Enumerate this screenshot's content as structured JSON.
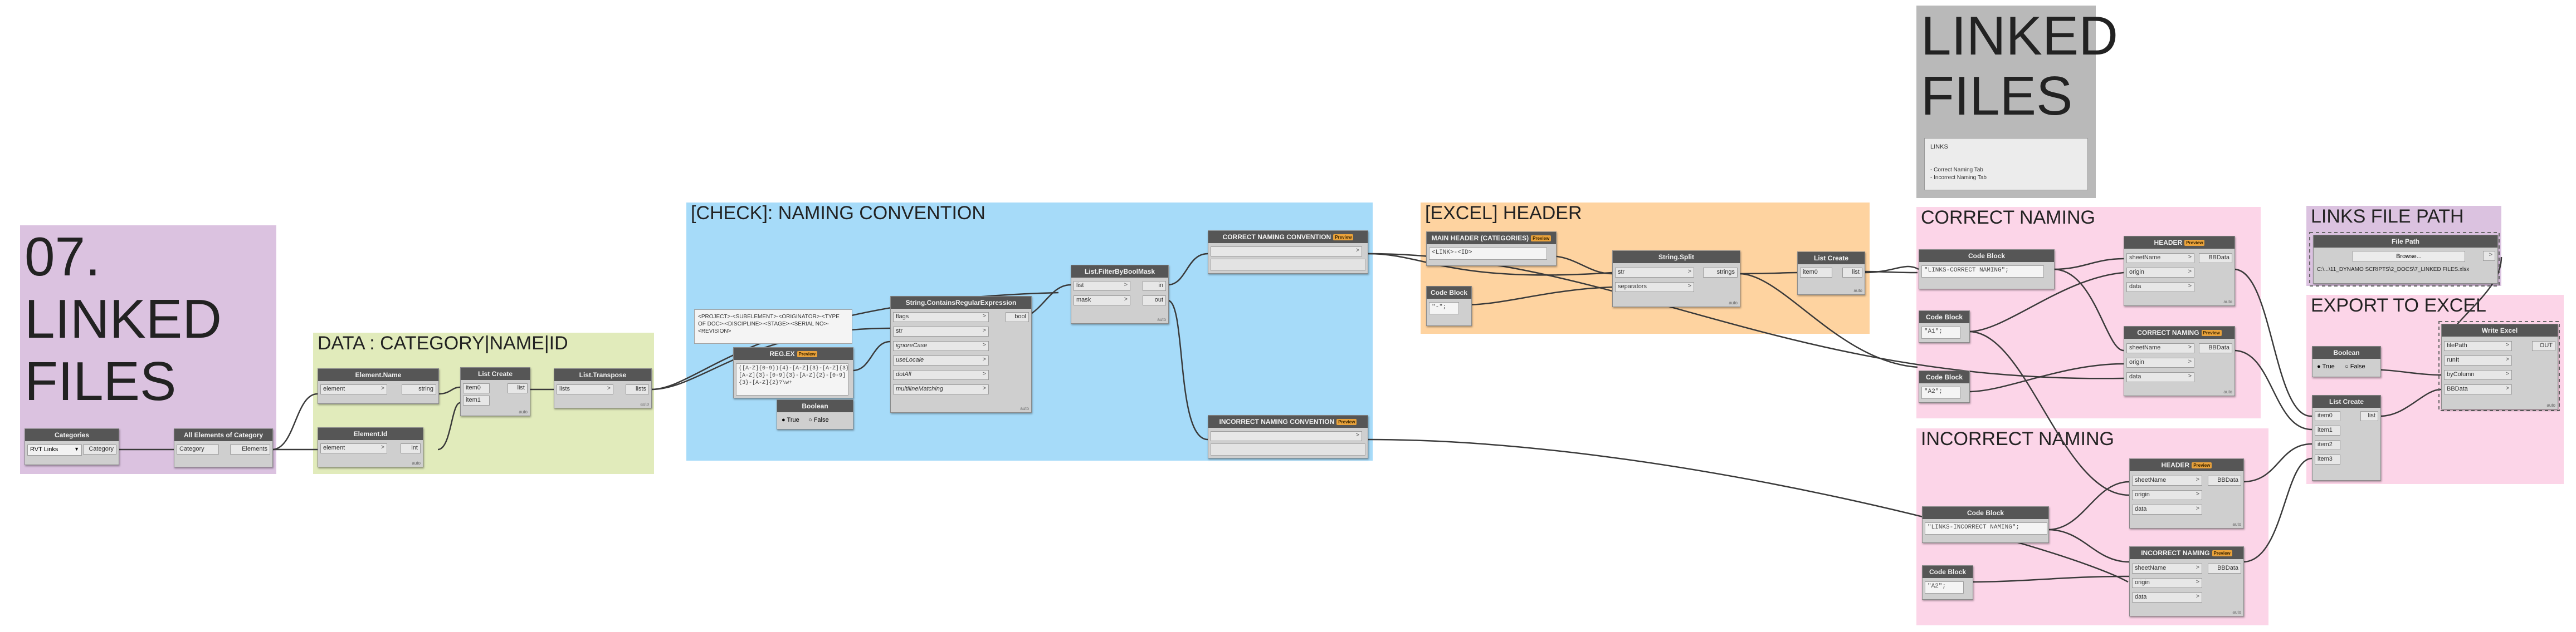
{
  "groups": {
    "linked_files": {
      "title": "07.\nLINKED\nFILES"
    },
    "data_category": {
      "title": "DATA : CATEGORY|NAME|ID"
    },
    "check_naming": {
      "title": "[CHECK]: NAMING CONVENTION"
    },
    "excel_header": {
      "title": "[EXCEL] HEADER"
    },
    "linked_title": {
      "title": "LINKED\nFILES",
      "links_label": "LINKS",
      "links_lines": "- Correct Naming Tab\n- Incorrect Naming Tab"
    },
    "correct_naming": {
      "title": "CORRECT NAMING"
    },
    "incorrect_naming": {
      "title": "INCORRECT NAMING"
    },
    "links_file_path": {
      "title": "LINKS FILE PATH"
    },
    "export_excel": {
      "title": "EXPORT TO EXCEL"
    }
  },
  "nodes": {
    "categories": {
      "title": "Categories",
      "dropdown": "RVT Links",
      "out": "Category"
    },
    "all_elements": {
      "title": "All Elements of Category",
      "in": "Category",
      "out": "Elements"
    },
    "element_name": {
      "title": "Element.Name",
      "in": "element",
      "out": "string"
    },
    "element_id": {
      "title": "Element.Id",
      "in": "element",
      "out": "int"
    },
    "list_create_1": {
      "title": "List Create",
      "in1": "item0",
      "in2": "item1",
      "out": "list"
    },
    "list_transpose": {
      "title": "List.Transpose",
      "in": "lists",
      "out": "lists"
    },
    "regex_note": {
      "text": "<PROJECT>-<SUBELEMENT>-<ORIGINATOR>-<TYPE OF DOC>-<DISCIPLINE>-<STAGE>-<SERIAL NO>-<REVISION>"
    },
    "regex": {
      "title": "REG.EX",
      "code": "([A-Z]{0-9}){4}-[A-Z]{3}-[A-Z]{3}-\n[A-Z]{3}-[0-9]{3}-[A-Z]{2}-[0-9]\n{3}-[A-Z]{2}?\\w+"
    },
    "boolean_1": {
      "title": "Boolean",
      "true_label": "True",
      "false_label": "False"
    },
    "contains_regex": {
      "title": "String.ContainsRegularExpression",
      "inputs": [
        "flags",
        "str",
        "ignoreCase",
        "useLocale",
        "dotAll",
        "multilineMatching"
      ],
      "out": "bool"
    },
    "filter_bool": {
      "title": "List.FilterByBoolMask",
      "in1": "list",
      "in2": "mask",
      "out1": "in",
      "out2": "out"
    },
    "correct_watch": {
      "title": "CORRECT NAMING CONVENTION"
    },
    "incorrect_watch": {
      "title": "INCORRECT NAMING CONVENTION"
    },
    "main_header": {
      "title": "MAIN HEADER (CATEGORIES)",
      "code": "<LINK>-<ID>"
    },
    "code_block_1": {
      "title": "Code Block",
      "code": "\"-\";"
    },
    "string_split": {
      "title": "String.Split",
      "in1": "str",
      "in2": "separators",
      "out": "strings"
    },
    "list_create_2": {
      "title": "List Create",
      "in": "item0",
      "out": "list"
    },
    "cb_correct": {
      "title": "Code Block",
      "code": "\"LINKS-CORRECT NAMING\";"
    },
    "cb_a1": {
      "title": "Code Block",
      "code": "\"A1\";"
    },
    "cb_a2": {
      "title": "Code Block",
      "code": "\"A2\";"
    },
    "header_1": {
      "title": "HEADER",
      "inputs": [
        "sheetName",
        "origin",
        "data"
      ],
      "out": "BBData"
    },
    "correct_naming_node": {
      "title": "CORRECT NAMING",
      "inputs": [
        "sheetName",
        "origin",
        "data"
      ],
      "out": "BBData"
    },
    "cb_incorrect": {
      "title": "Code Block",
      "code": "\"LINKS-INCORRECT NAMING\";"
    },
    "cb_a2b": {
      "title": "Code Block",
      "code": "\"A2\";"
    },
    "header_2": {
      "title": "HEADER",
      "inputs": [
        "sheetName",
        "origin",
        "data"
      ],
      "out": "BBData"
    },
    "incorrect_naming_node": {
      "title": "INCORRECT NAMING",
      "inputs": [
        "sheetName",
        "origin",
        "data"
      ],
      "out": "BBData"
    },
    "file_path": {
      "title": "File Path",
      "button": "Browse...",
      "path": "C:\\...\\11_DYNAMO SCRIPTS\\2_DOCS\\7_LINKED FILES.xlsx"
    },
    "boolean_2": {
      "title": "Boolean",
      "true_label": "True",
      "false_label": "False"
    },
    "list_create_3": {
      "title": "List Create",
      "inputs": [
        "item0",
        "item1",
        "item2",
        "item3"
      ],
      "out": "list"
    },
    "write_excel": {
      "title": "Write Excel",
      "inputs": [
        "filePath",
        "runIt",
        "byColumn",
        "BBData"
      ],
      "out": "OUT"
    }
  },
  "misc": {
    "auto": "auto",
    "badge": "Preview",
    "chev": ">"
  },
  "colors": {
    "purple": "#dbc2e0",
    "green": "#e1ebbb",
    "blue": "#a6dbf9",
    "orange": "#fed3a0",
    "gray": "#b9b9b9",
    "pink": "#fcd5e8",
    "node_bg": "#cfcfcf",
    "node_head": "#565656"
  }
}
